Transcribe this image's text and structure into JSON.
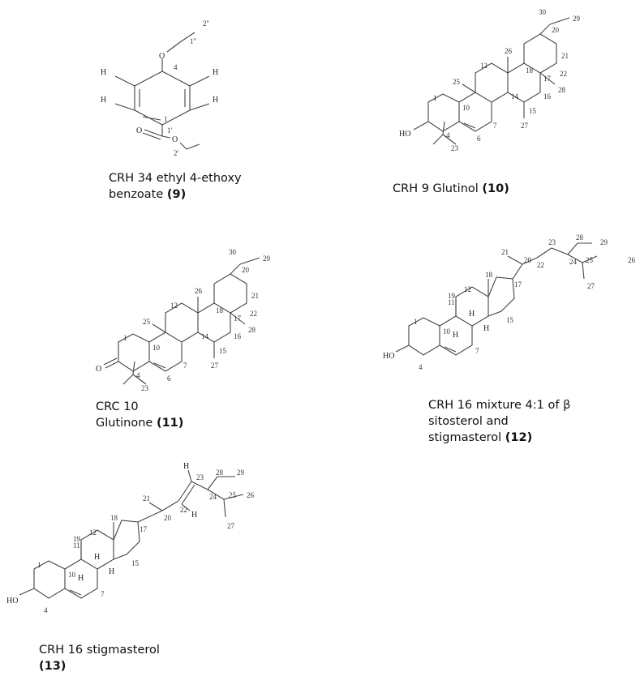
{
  "compounds": [
    {
      "id": "c9",
      "caption_line1": "CRH 34 ethyl 4-ethoxy",
      "caption_line2": "benzoate",
      "number": "(9)"
    },
    {
      "id": "c10",
      "caption_line1": "CRH 9 Glutinol",
      "number": "(10)"
    },
    {
      "id": "c11",
      "caption_line1": "CRC 10",
      "caption_line2": "Glutinone",
      "number": "(11)"
    },
    {
      "id": "c12",
      "caption_line1": "CRH 16 mixture 4:1 of β",
      "caption_line2": "sitosterol and",
      "caption_line3": "stigmasterol",
      "number": "(12)"
    },
    {
      "id": "c13",
      "caption_line1": "CRH 16 stigmasterol",
      "number": "(13)"
    }
  ],
  "atom_labels": {
    "H": "H",
    "O": "O",
    "HO": "HO"
  },
  "benzoate_numbers": {
    "n4": "4",
    "n1": "1",
    "n1p": "1'",
    "n2p": "2'",
    "n1pp": "1''",
    "n2pp": "2''"
  },
  "triterpene_numbers": {
    "n1": "1",
    "n4": "4",
    "n6": "6",
    "n7": "7",
    "n10": "10",
    "n12": "12",
    "n14": "14",
    "n15": "15",
    "n16": "16",
    "n17": "17",
    "n18": "18",
    "n20": "20",
    "n21": "21",
    "n22": "22",
    "n23": "23",
    "n25": "25",
    "n26": "26",
    "n27": "27",
    "n28": "28",
    "n29": "29",
    "n30": "30"
  },
  "sterol_numbers": {
    "n1": "1",
    "n4": "4",
    "n7": "7",
    "n10": "10",
    "n11": "11",
    "n12": "12",
    "n15": "15",
    "n17": "17",
    "n18": "18",
    "n19": "19",
    "n20": "20",
    "n21": "21",
    "n22": "22",
    "n23": "23",
    "n24": "24",
    "n25": "25",
    "n26": "26",
    "n27": "27",
    "n28": "28",
    "n29": "29"
  }
}
